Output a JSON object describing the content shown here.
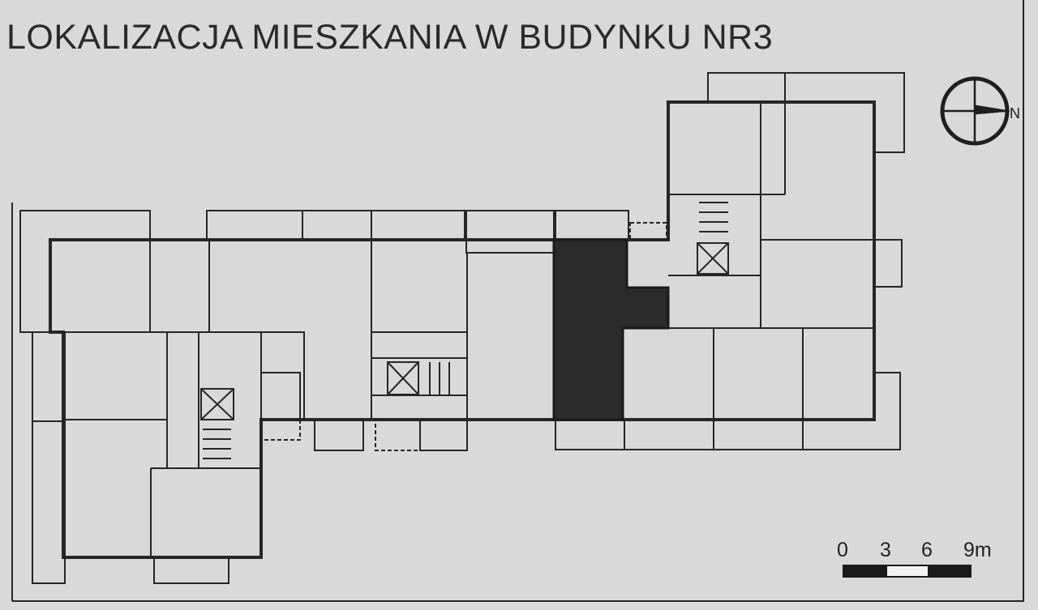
{
  "title": "LOKALIZACJA MIESZKANIA W BUDYNKU NR3",
  "compass": {
    "label": "N",
    "icon": "north-arrow-icon"
  },
  "scale_bar": {
    "labels": [
      "0",
      "3",
      "6",
      "9m"
    ]
  },
  "colors": {
    "background": "#d9d9d9",
    "lines": "#222222",
    "highlighted_apartment": "#2b2b2b"
  }
}
